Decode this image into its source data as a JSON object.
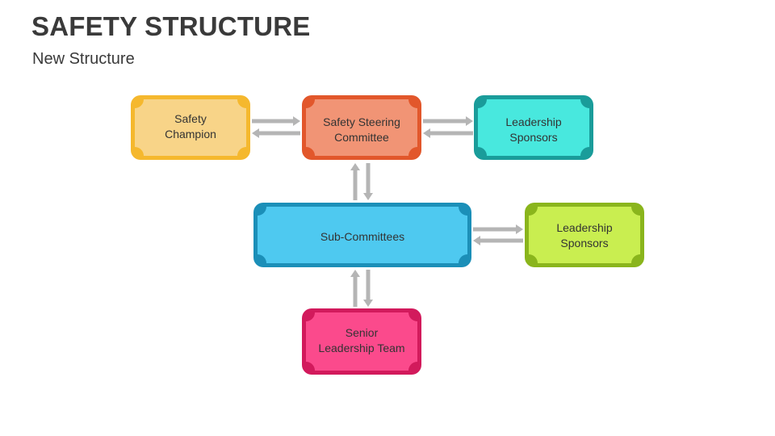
{
  "header": {
    "title": "SAFETY STRUCTURE",
    "subtitle": "New Structure"
  },
  "nodes": {
    "champion": {
      "line1": "Safety",
      "line2": "Champion",
      "outer": "#f5b82e",
      "inner": "#f8d488"
    },
    "steering": {
      "line1": "Safety Steering",
      "line2": "Committee",
      "outer": "#e2572b",
      "inner": "#f19475"
    },
    "sponsors_top": {
      "line1": "Leadership",
      "line2": "Sponsors",
      "outer": "#1a9c9a",
      "inner": "#48e8de"
    },
    "subcommittees": {
      "line1": "Sub-Committees",
      "outer": "#1b8fb8",
      "inner": "#4ec9f0"
    },
    "sponsors_mid": {
      "line1": "Leadership",
      "line2": "Sponsors",
      "outer": "#8ab51c",
      "inner": "#c9ee50"
    },
    "senior": {
      "line1": "Senior",
      "line2": "Leadership Team",
      "outer": "#d21a5c",
      "inner": "#fb4a8c"
    }
  },
  "arrow_color": "#b5b5b5"
}
